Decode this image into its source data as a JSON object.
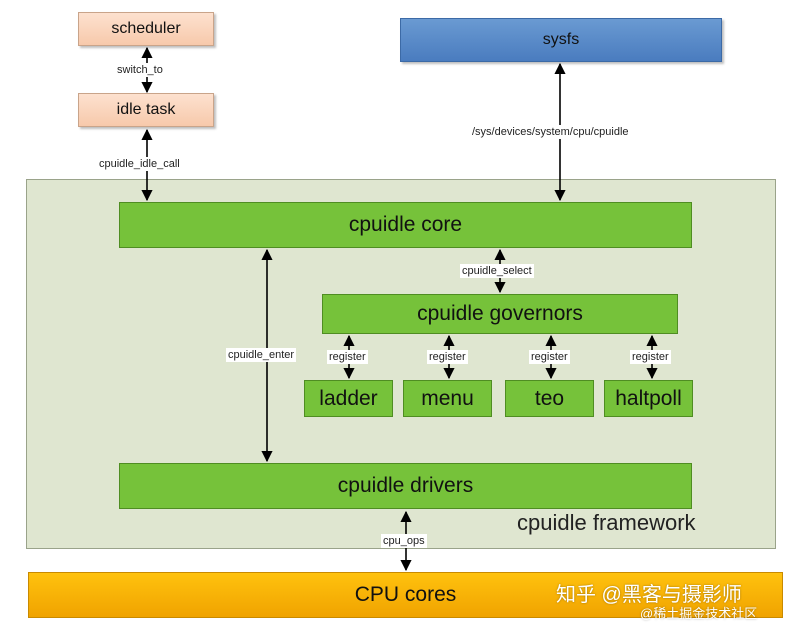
{
  "nodes": {
    "scheduler": "scheduler",
    "idle_task": "idle task",
    "sysfs": "sysfs",
    "cpuidle_core": "cpuidle core",
    "cpuidle_governors": "cpuidle governors",
    "ladder": "ladder",
    "menu": "menu",
    "teo": "teo",
    "haltpoll": "haltpoll",
    "cpuidle_drivers": "cpuidle drivers",
    "cpu_cores": "CPU cores",
    "framework": "cpuidle framework"
  },
  "edges": {
    "switch_to": "switch_to",
    "cpuidle_idle_call": "cpuidle_idle_call",
    "sysfs_path": "/sys/devices/system/cpu/cpuidle",
    "cpuidle_select": "cpuidle_select",
    "cpuidle_enter": "cpuidle_enter",
    "register_ladder": "register",
    "register_menu": "register",
    "register_teo": "register",
    "register_haltpoll": "register",
    "cpu_ops": "cpu_ops"
  },
  "watermark": {
    "line1": "知乎 @黑客与摄影师",
    "line2": "@稀土掘金技术社区"
  },
  "colors": {
    "peach": "#f9cfb3",
    "blue": "#5b8bc9",
    "frame": "#dfe6d0",
    "green": "#76c23a",
    "orange": "#ffb800"
  }
}
